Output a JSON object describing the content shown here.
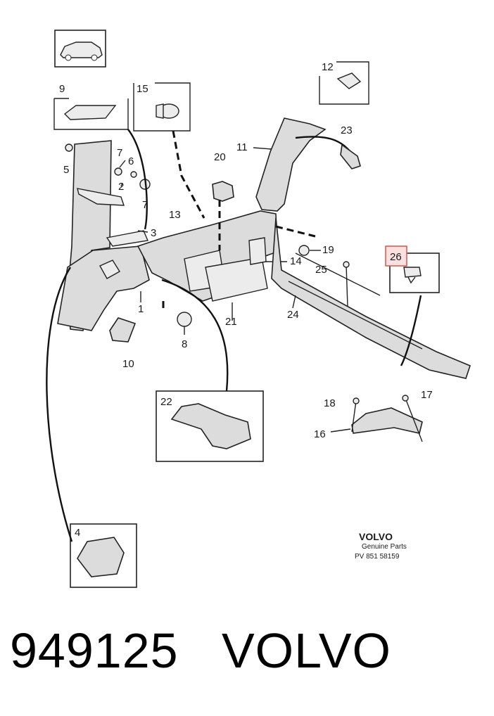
{
  "labels": {
    "l1": "1",
    "l2": "2",
    "l3": "3",
    "l4": "4",
    "l5": "5",
    "l6": "6",
    "l7a": "7",
    "l7b": "7",
    "l8": "8",
    "l9": "9",
    "l10": "10",
    "l11": "11",
    "l12": "12",
    "l13": "13",
    "l14": "14",
    "l15": "15",
    "l16": "16",
    "l17": "17",
    "l18": "18",
    "l19": "19",
    "l20": "20",
    "l21": "21",
    "l22": "22",
    "l23": "23",
    "l24": "24",
    "l25": "25",
    "l26": "26"
  },
  "highlight_color": "#d9534f",
  "brand": {
    "name": "VOLVO",
    "subtitle": "Genuine Parts",
    "code": "PV  851 58159"
  },
  "caption": {
    "part_number": "949125",
    "make": "VOLVO"
  }
}
